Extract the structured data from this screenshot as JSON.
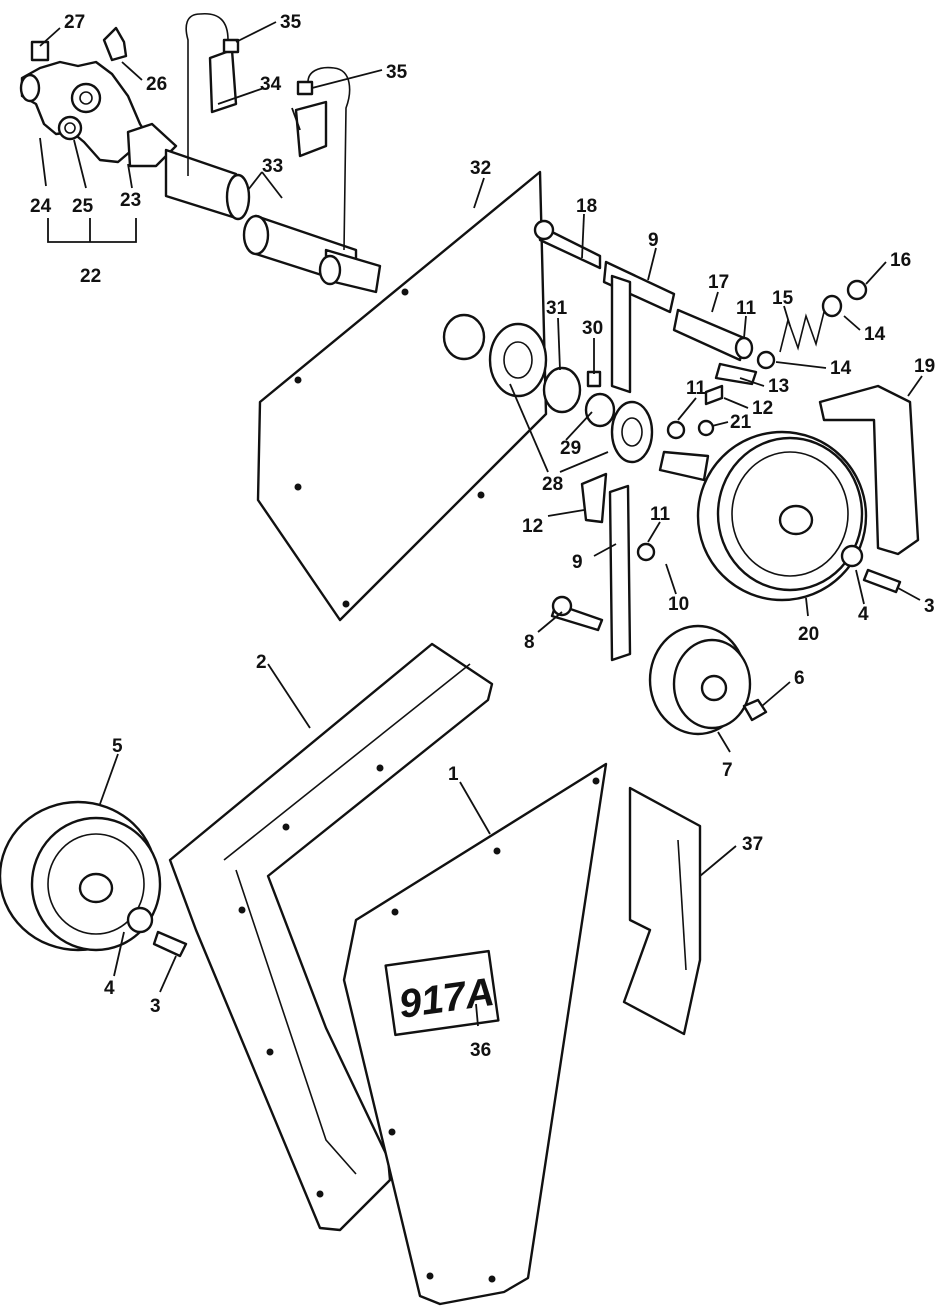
{
  "diagram": {
    "decal_text": "917A",
    "callouts": [
      {
        "id": "c1",
        "label": "1"
      },
      {
        "id": "c2",
        "label": "2"
      },
      {
        "id": "c3a",
        "label": "3"
      },
      {
        "id": "c3b",
        "label": "3"
      },
      {
        "id": "c4a",
        "label": "4"
      },
      {
        "id": "c4b",
        "label": "4"
      },
      {
        "id": "c5",
        "label": "5"
      },
      {
        "id": "c6",
        "label": "6"
      },
      {
        "id": "c7",
        "label": "7"
      },
      {
        "id": "c8",
        "label": "8"
      },
      {
        "id": "c9a",
        "label": "9"
      },
      {
        "id": "c9b",
        "label": "9"
      },
      {
        "id": "c10",
        "label": "10"
      },
      {
        "id": "c11a",
        "label": "11"
      },
      {
        "id": "c11b",
        "label": "11"
      },
      {
        "id": "c11c",
        "label": "11"
      },
      {
        "id": "c12a",
        "label": "12"
      },
      {
        "id": "c12b",
        "label": "12"
      },
      {
        "id": "c13",
        "label": "13"
      },
      {
        "id": "c14a",
        "label": "14"
      },
      {
        "id": "c14b",
        "label": "14"
      },
      {
        "id": "c15",
        "label": "15"
      },
      {
        "id": "c16",
        "label": "16"
      },
      {
        "id": "c17",
        "label": "17"
      },
      {
        "id": "c18",
        "label": "18"
      },
      {
        "id": "c19",
        "label": "19"
      },
      {
        "id": "c20",
        "label": "20"
      },
      {
        "id": "c21",
        "label": "21"
      },
      {
        "id": "c22",
        "label": "22"
      },
      {
        "id": "c23",
        "label": "23"
      },
      {
        "id": "c24",
        "label": "24"
      },
      {
        "id": "c25",
        "label": "25"
      },
      {
        "id": "c26",
        "label": "26"
      },
      {
        "id": "c27",
        "label": "27"
      },
      {
        "id": "c28",
        "label": "28"
      },
      {
        "id": "c29",
        "label": "29"
      },
      {
        "id": "c30",
        "label": "30"
      },
      {
        "id": "c31",
        "label": "31"
      },
      {
        "id": "c32",
        "label": "32"
      },
      {
        "id": "c33",
        "label": "33"
      },
      {
        "id": "c34",
        "label": "34"
      },
      {
        "id": "c35a",
        "label": "35"
      },
      {
        "id": "c35b",
        "label": "35"
      },
      {
        "id": "c36",
        "label": "36"
      },
      {
        "id": "c37",
        "label": "37"
      }
    ]
  }
}
